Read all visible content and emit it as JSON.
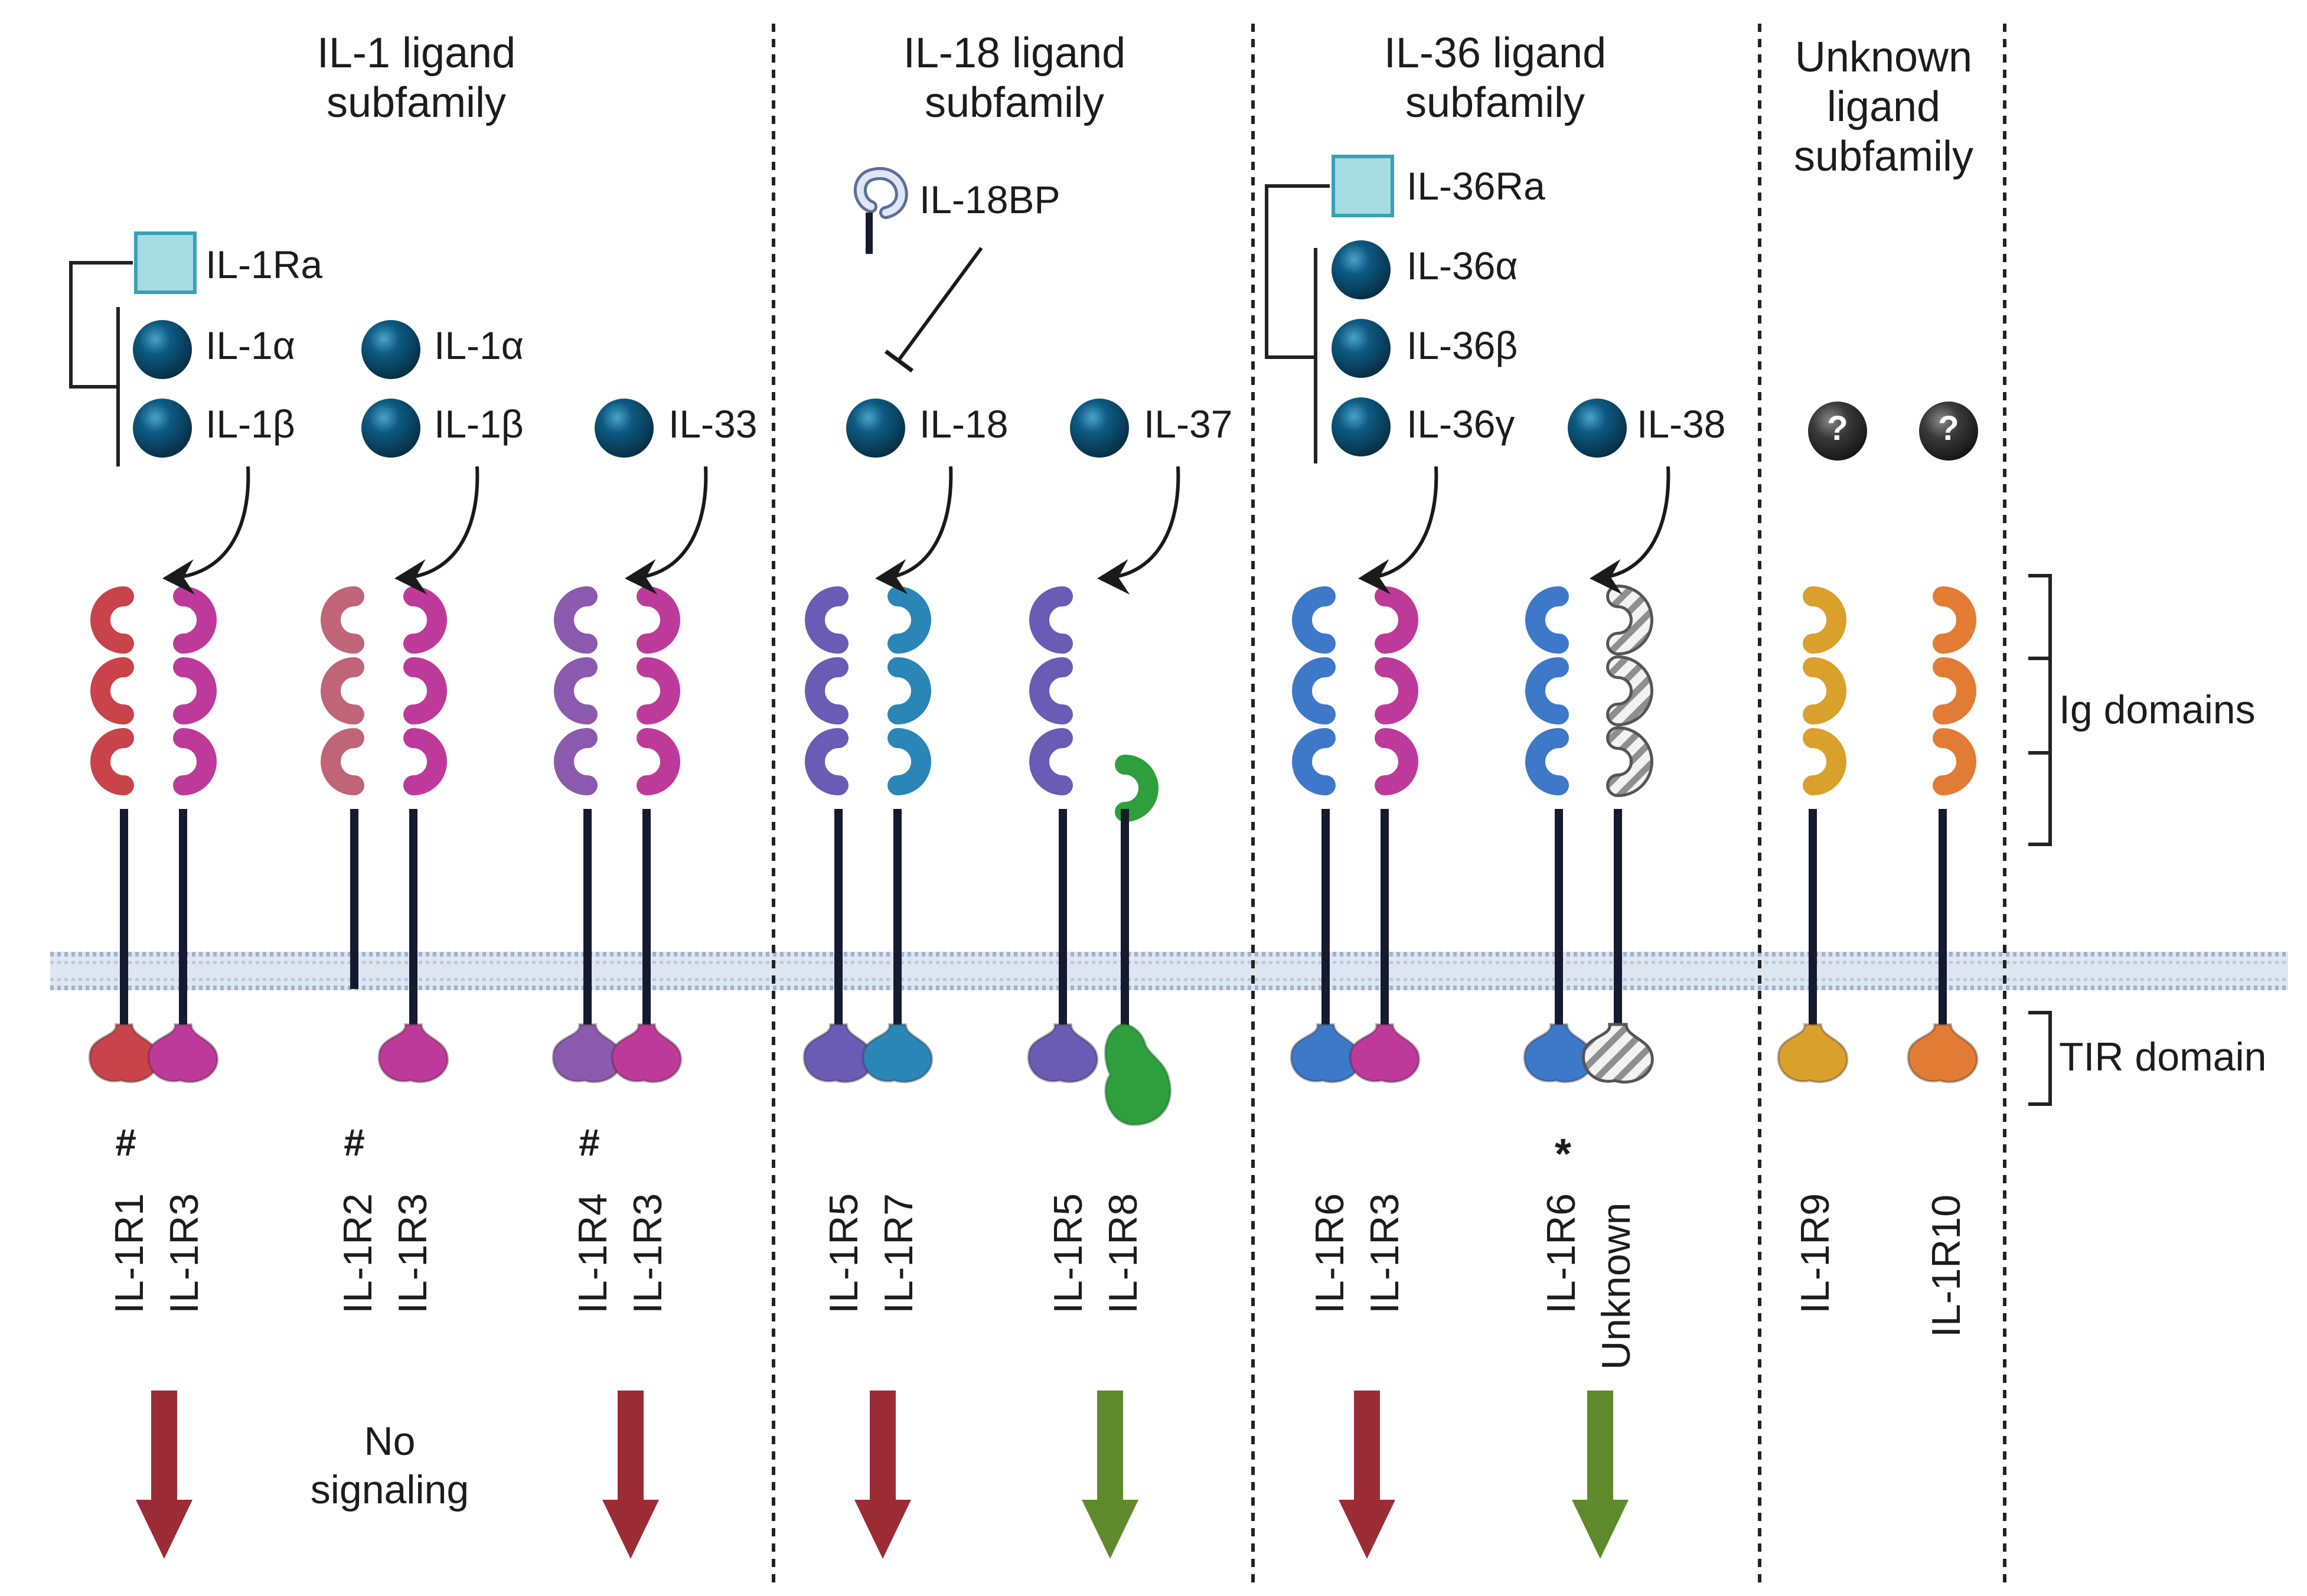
{
  "subfamilies": [
    {
      "line1": "IL-1 ligand",
      "line2": "subfamily",
      "line3": ""
    },
    {
      "line1": "IL-18 ligand",
      "line2": "subfamily",
      "line3": ""
    },
    {
      "line1": "IL-36 ligand",
      "line2": "subfamily",
      "line3": ""
    },
    {
      "line1": "Unknown",
      "line2": "ligand",
      "line3": "subfamily"
    }
  ],
  "ligands": {
    "il1ra": "IL-1Ra",
    "il1a_1": "IL-1α",
    "il1b_1": "IL-1β",
    "il1a_2": "IL-1α",
    "il1b_2": "IL-1β",
    "il33": "IL-33",
    "il18bp": "IL-18BP",
    "il18": "IL-18",
    "il37": "IL-37",
    "il36ra": "IL-36Ra",
    "il36a": "IL-36α",
    "il36b": "IL-36β",
    "il36g": "IL-36γ",
    "il38": "IL-38",
    "unknown_1": "?",
    "unknown_2": "?"
  },
  "receptors": [
    {
      "a": "IL-1R1",
      "b": "IL-1R3",
      "mark": "#"
    },
    {
      "a": "IL-1R2",
      "b": "IL-1R3",
      "mark": "#"
    },
    {
      "a": "IL-1R4",
      "b": "IL-1R3",
      "mark": "#"
    },
    {
      "a": "IL-1R5",
      "b": "IL-1R7",
      "mark": ""
    },
    {
      "a": "IL-1R5",
      "b": "IL-1R8",
      "mark": ""
    },
    {
      "a": "IL-1R6",
      "b": "IL-1R3",
      "mark": ""
    },
    {
      "a": "IL-1R6",
      "b": "Unknown",
      "mark": "*"
    },
    {
      "a": "IL-1R9",
      "b": "",
      "mark": ""
    },
    {
      "a": "IL-1R10",
      "b": "",
      "mark": ""
    }
  ],
  "domains": {
    "ig": "Ig domains",
    "tir": "TIR domain"
  },
  "no_signaling": {
    "line1": "No",
    "line2": "signaling"
  },
  "colors": {
    "ligand_ball": "#0d4f72",
    "antagonist_box": "#a6dbe2",
    "pro_inflammatory_arrow": "#9b2c35",
    "anti_inflammatory_arrow": "#5f8a2c",
    "membrane": "#c5d3e6"
  }
}
